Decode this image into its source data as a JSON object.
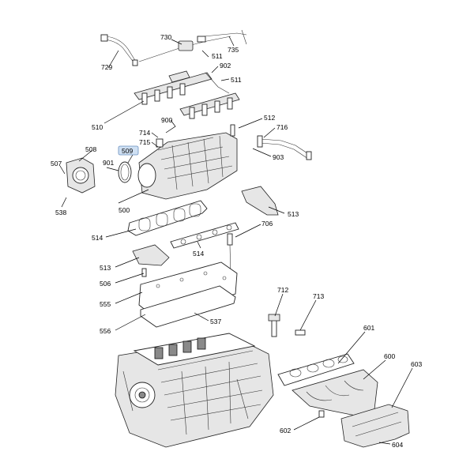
{
  "callouts": {
    "c507": "507",
    "c508": "508",
    "c509": "509",
    "c500": "500",
    "c538": "538",
    "c510": "510",
    "c511a": "511",
    "c511b": "511",
    "c512": "512",
    "c513a": "513",
    "c513b": "513",
    "c514a": "514",
    "c514b": "514",
    "c506": "506",
    "c555": "555",
    "c556": "556",
    "c537": "537",
    "c600": "600",
    "c601": "601",
    "c602": "602",
    "c603": "603",
    "c604": "604",
    "c706": "706",
    "c712": "712",
    "c713": "713",
    "c714": "714",
    "c715": "715",
    "c716": "716",
    "c729": "729",
    "c730": "730",
    "c735": "735",
    "c900": "900",
    "c901": "901",
    "c902": "902",
    "c903": "903"
  },
  "colors": {
    "highlight": "#cfe0f3",
    "highlight_border": "#6a8fbf",
    "ink": "#000000"
  }
}
